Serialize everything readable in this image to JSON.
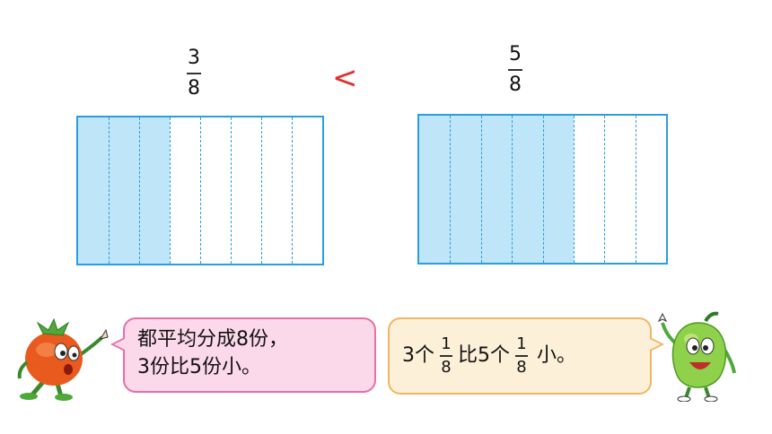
{
  "left_fraction": {
    "numerator": "3",
    "denominator": "8",
    "shaded_parts": 3,
    "total_parts": 8
  },
  "right_fraction": {
    "numerator": "5",
    "denominator": "8",
    "shaded_parts": 5,
    "total_parts": 8
  },
  "comparison_symbol": "<",
  "speech_left": {
    "line1": "都平均分成8份，",
    "line2": "3份比5份小。"
  },
  "speech_right": {
    "part1": "3个",
    "frac1_num": "1",
    "frac1_den": "8",
    "part2": "比5个",
    "frac2_num": "1",
    "frac2_den": "8",
    "part3": "小。"
  },
  "colors": {
    "shade": "#bfe6f8",
    "border": "#2a9ee0",
    "less_than": "#e03030",
    "pink_bubble": "#fbd8ea",
    "yellow_bubble": "#fdf0d8"
  },
  "icons": [
    "tomato-character-icon",
    "pepper-character-icon"
  ]
}
